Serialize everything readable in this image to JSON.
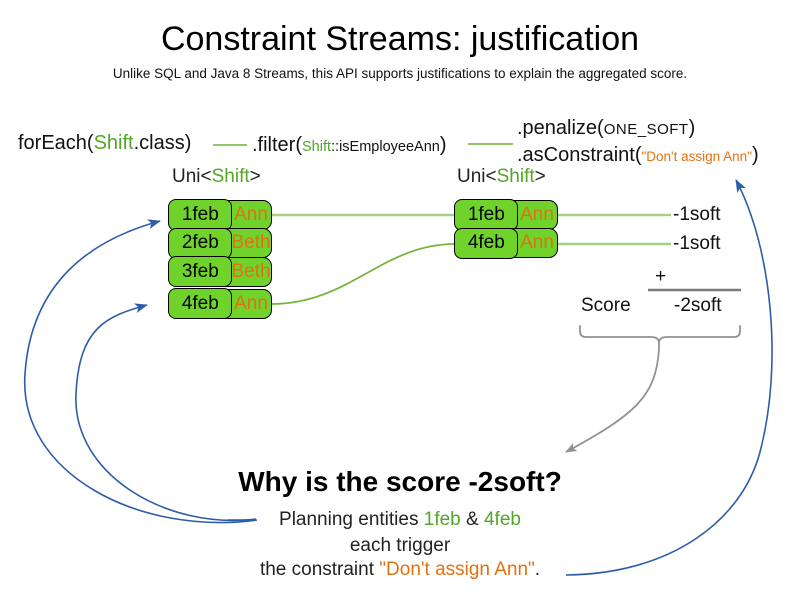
{
  "title": "Constraint Streams: justification",
  "subtitle": "Unlike SQL and Java 8 Streams, this API supports justifications to explain the aggregated score.",
  "code": {
    "foreach_pre": "forEach(",
    "foreach_class": "Shift",
    "foreach_post": ".class)",
    "filter_pre": ".filter(",
    "filter_arg_class": "Shift",
    "filter_arg_method": "::isEmployeeAnn",
    "filter_post": ")",
    "penalize_pre": ".penalize(",
    "penalize_arg": "ONE_SOFT",
    "penalize_post": ")",
    "asconstraint_pre": ".asConstraint(",
    "asconstraint_arg": "\"Don't assign Ann\"",
    "asconstraint_post": ")"
  },
  "types": {
    "left_pre": "Uni<",
    "left_type": "Shift",
    "left_post": ">",
    "right_pre": "Uni<",
    "right_type": "Shift",
    "right_post": ">"
  },
  "left_table": {
    "rows": [
      {
        "date": "1feb",
        "employee": "Ann"
      },
      {
        "date": "2feb",
        "employee": "Beth"
      },
      {
        "date": "3feb",
        "employee": "Beth"
      },
      {
        "date": "4feb",
        "employee": "Ann"
      }
    ]
  },
  "right_table": {
    "rows": [
      {
        "date": "1feb",
        "employee": "Ann"
      },
      {
        "date": "4feb",
        "employee": "Ann"
      }
    ]
  },
  "scores": {
    "row_scores": [
      "-1soft",
      "-1soft"
    ],
    "plus_sign": "+",
    "score_label": "Score",
    "total": "-2soft"
  },
  "why": {
    "headline": "Why is the score -2soft?",
    "line1_pre": "Planning entities ",
    "entity_a": "1feb",
    "line1_mid": " & ",
    "entity_b": "4feb",
    "line2": "each trigger",
    "line3_pre": "the constraint ",
    "constraint_name": "\"Don't assign Ann\"",
    "line3_post": "."
  },
  "colors": {
    "box_green": "#6fd32c",
    "text_green": "#53a626",
    "orange": "#e2710f",
    "blue": "#2d5da8",
    "line_pale_green": "#a8cf88",
    "line_mid_green": "#76b33c",
    "line_dash_green": "#85bd54",
    "gray": "#919191"
  }
}
